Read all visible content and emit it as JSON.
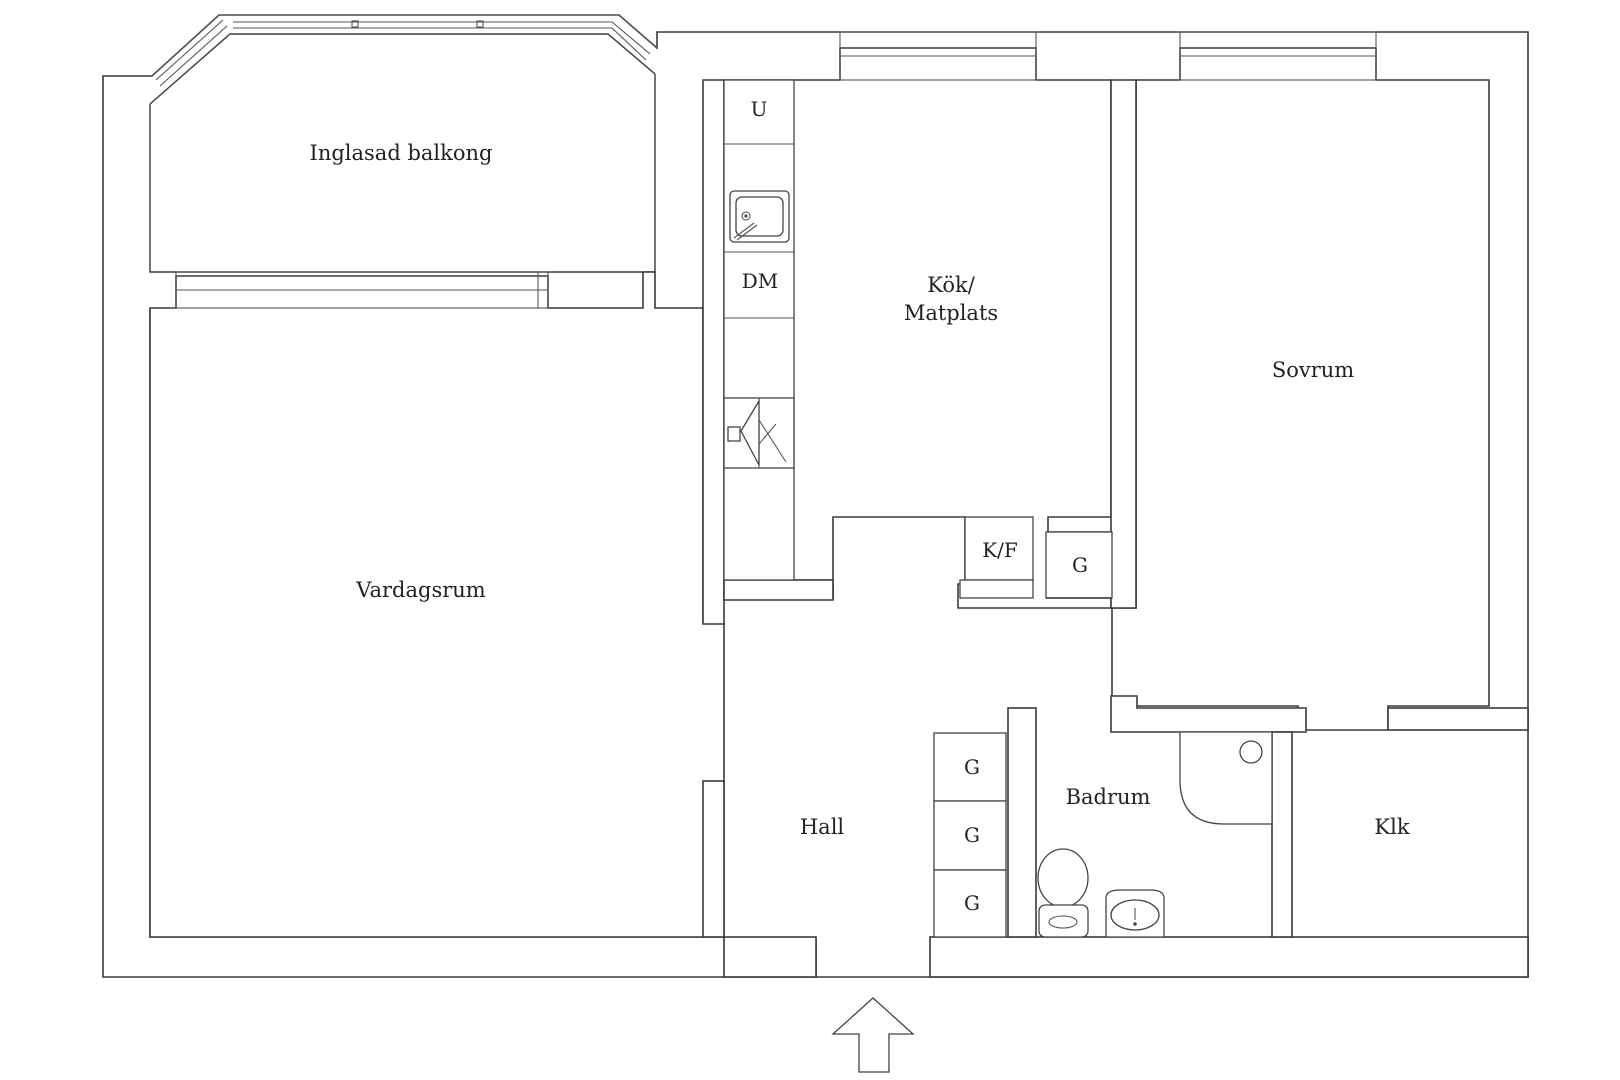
{
  "plan": {
    "rooms": {
      "balcony": "Inglasad balkong",
      "kitchen_line1": "Kök/",
      "kitchen_line2": "Matplats",
      "bedroom": "Sovrum",
      "living": "Vardagsrum",
      "hall": "Hall",
      "bathroom": "Badrum",
      "closet_room": "Klk"
    },
    "fixtures": {
      "kitchen_u": "U",
      "dishwasher": "DM",
      "fridge_freezer": "K/F",
      "kitchen_g": "G",
      "hall_g1": "G",
      "hall_g2": "G",
      "hall_g3": "G"
    },
    "colors": {
      "wall": "#3a3a3a",
      "background": "#ffffff"
    }
  }
}
